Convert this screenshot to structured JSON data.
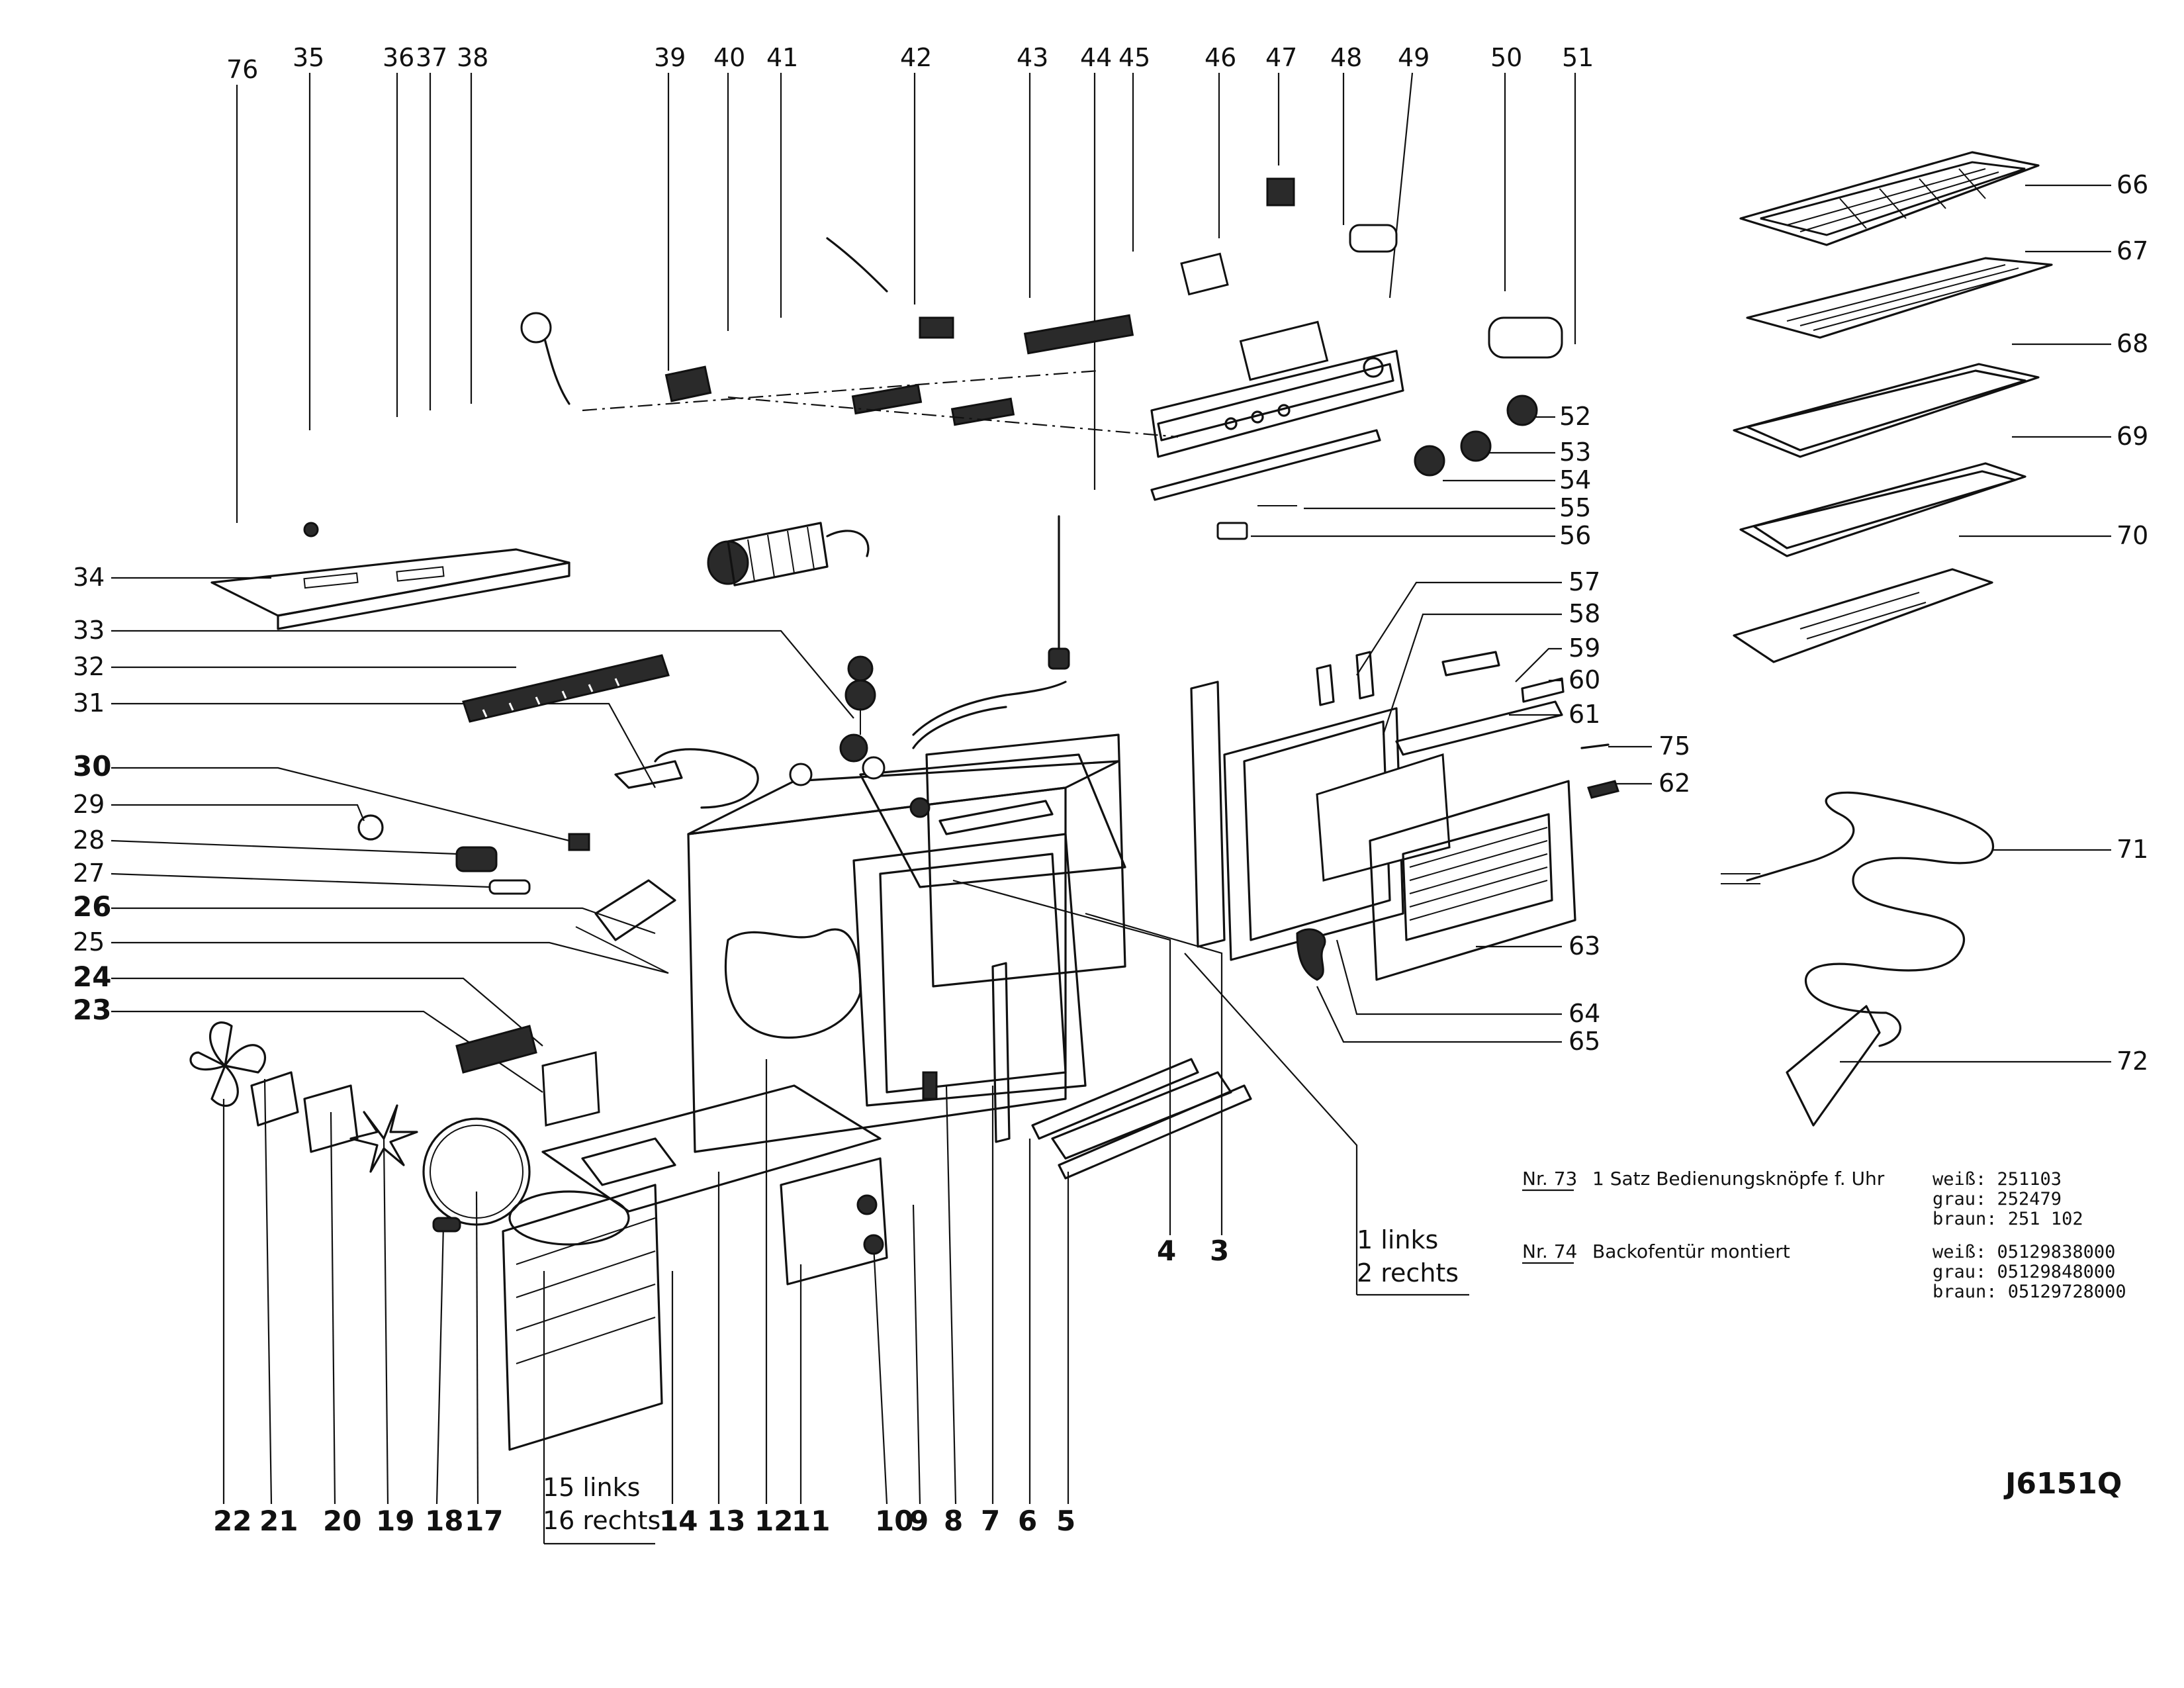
{
  "callouts": {
    "n1_2": "1 links",
    "n1_2b": "2 rechts",
    "n3": "3",
    "n4": "4",
    "n5": "5",
    "n6": "6",
    "n7": "7",
    "n8": "8",
    "n9": "9",
    "n10": "10",
    "n11": "11",
    "n12": "12",
    "n13": "13",
    "n14": "14",
    "n15_16": "15 links",
    "n15_16b": "16 rechts",
    "n17": "17",
    "n18": "18",
    "n19": "19",
    "n20": "20",
    "n21": "21",
    "n22": "22",
    "n23": "23",
    "n24": "24",
    "n25": "25",
    "n26": "26",
    "n27": "27",
    "n28": "28",
    "n29": "29",
    "n30": "30",
    "n31": "31",
    "n32": "32",
    "n33": "33",
    "n34": "34",
    "n35": "35",
    "n36": "36",
    "n37": "37",
    "n38": "38",
    "n39": "39",
    "n40": "40",
    "n41": "41",
    "n42": "42",
    "n43": "43",
    "n44": "44",
    "n45": "45",
    "n46": "46",
    "n47": "47",
    "n48": "48",
    "n49": "49",
    "n50": "50",
    "n51": "51",
    "n52": "52",
    "n53": "53",
    "n54": "54",
    "n55": "55",
    "n56": "56",
    "n57": "57",
    "n58": "58",
    "n59": "59",
    "n60": "60",
    "n61": "61",
    "n62": "62",
    "n63": "63",
    "n64": "64",
    "n65": "65",
    "n66": "66",
    "n67": "67",
    "n68": "68",
    "n69": "69",
    "n70": "70",
    "n71": "71",
    "n72": "72",
    "n75": "75",
    "n76": "76"
  },
  "notes": {
    "nr73_label": "Nr. 73",
    "nr73_text": "1 Satz Bedienungsknöpfe f. Uhr",
    "nr73_weiss": "weiß:  251103",
    "nr73_grau": "grau:  252479",
    "nr73_braun": "braun: 251 102",
    "nr74_label": "Nr. 74",
    "nr74_text": "Backofentür montiert",
    "nr74_weiss": "weiß:  05129838000",
    "nr74_grau": "grau:  05129848000",
    "nr74_braun": "braun: 05129728000"
  },
  "drawing_code": "J6151Q",
  "colors": {
    "ink": "#111111",
    "paper": "#ffffff"
  }
}
